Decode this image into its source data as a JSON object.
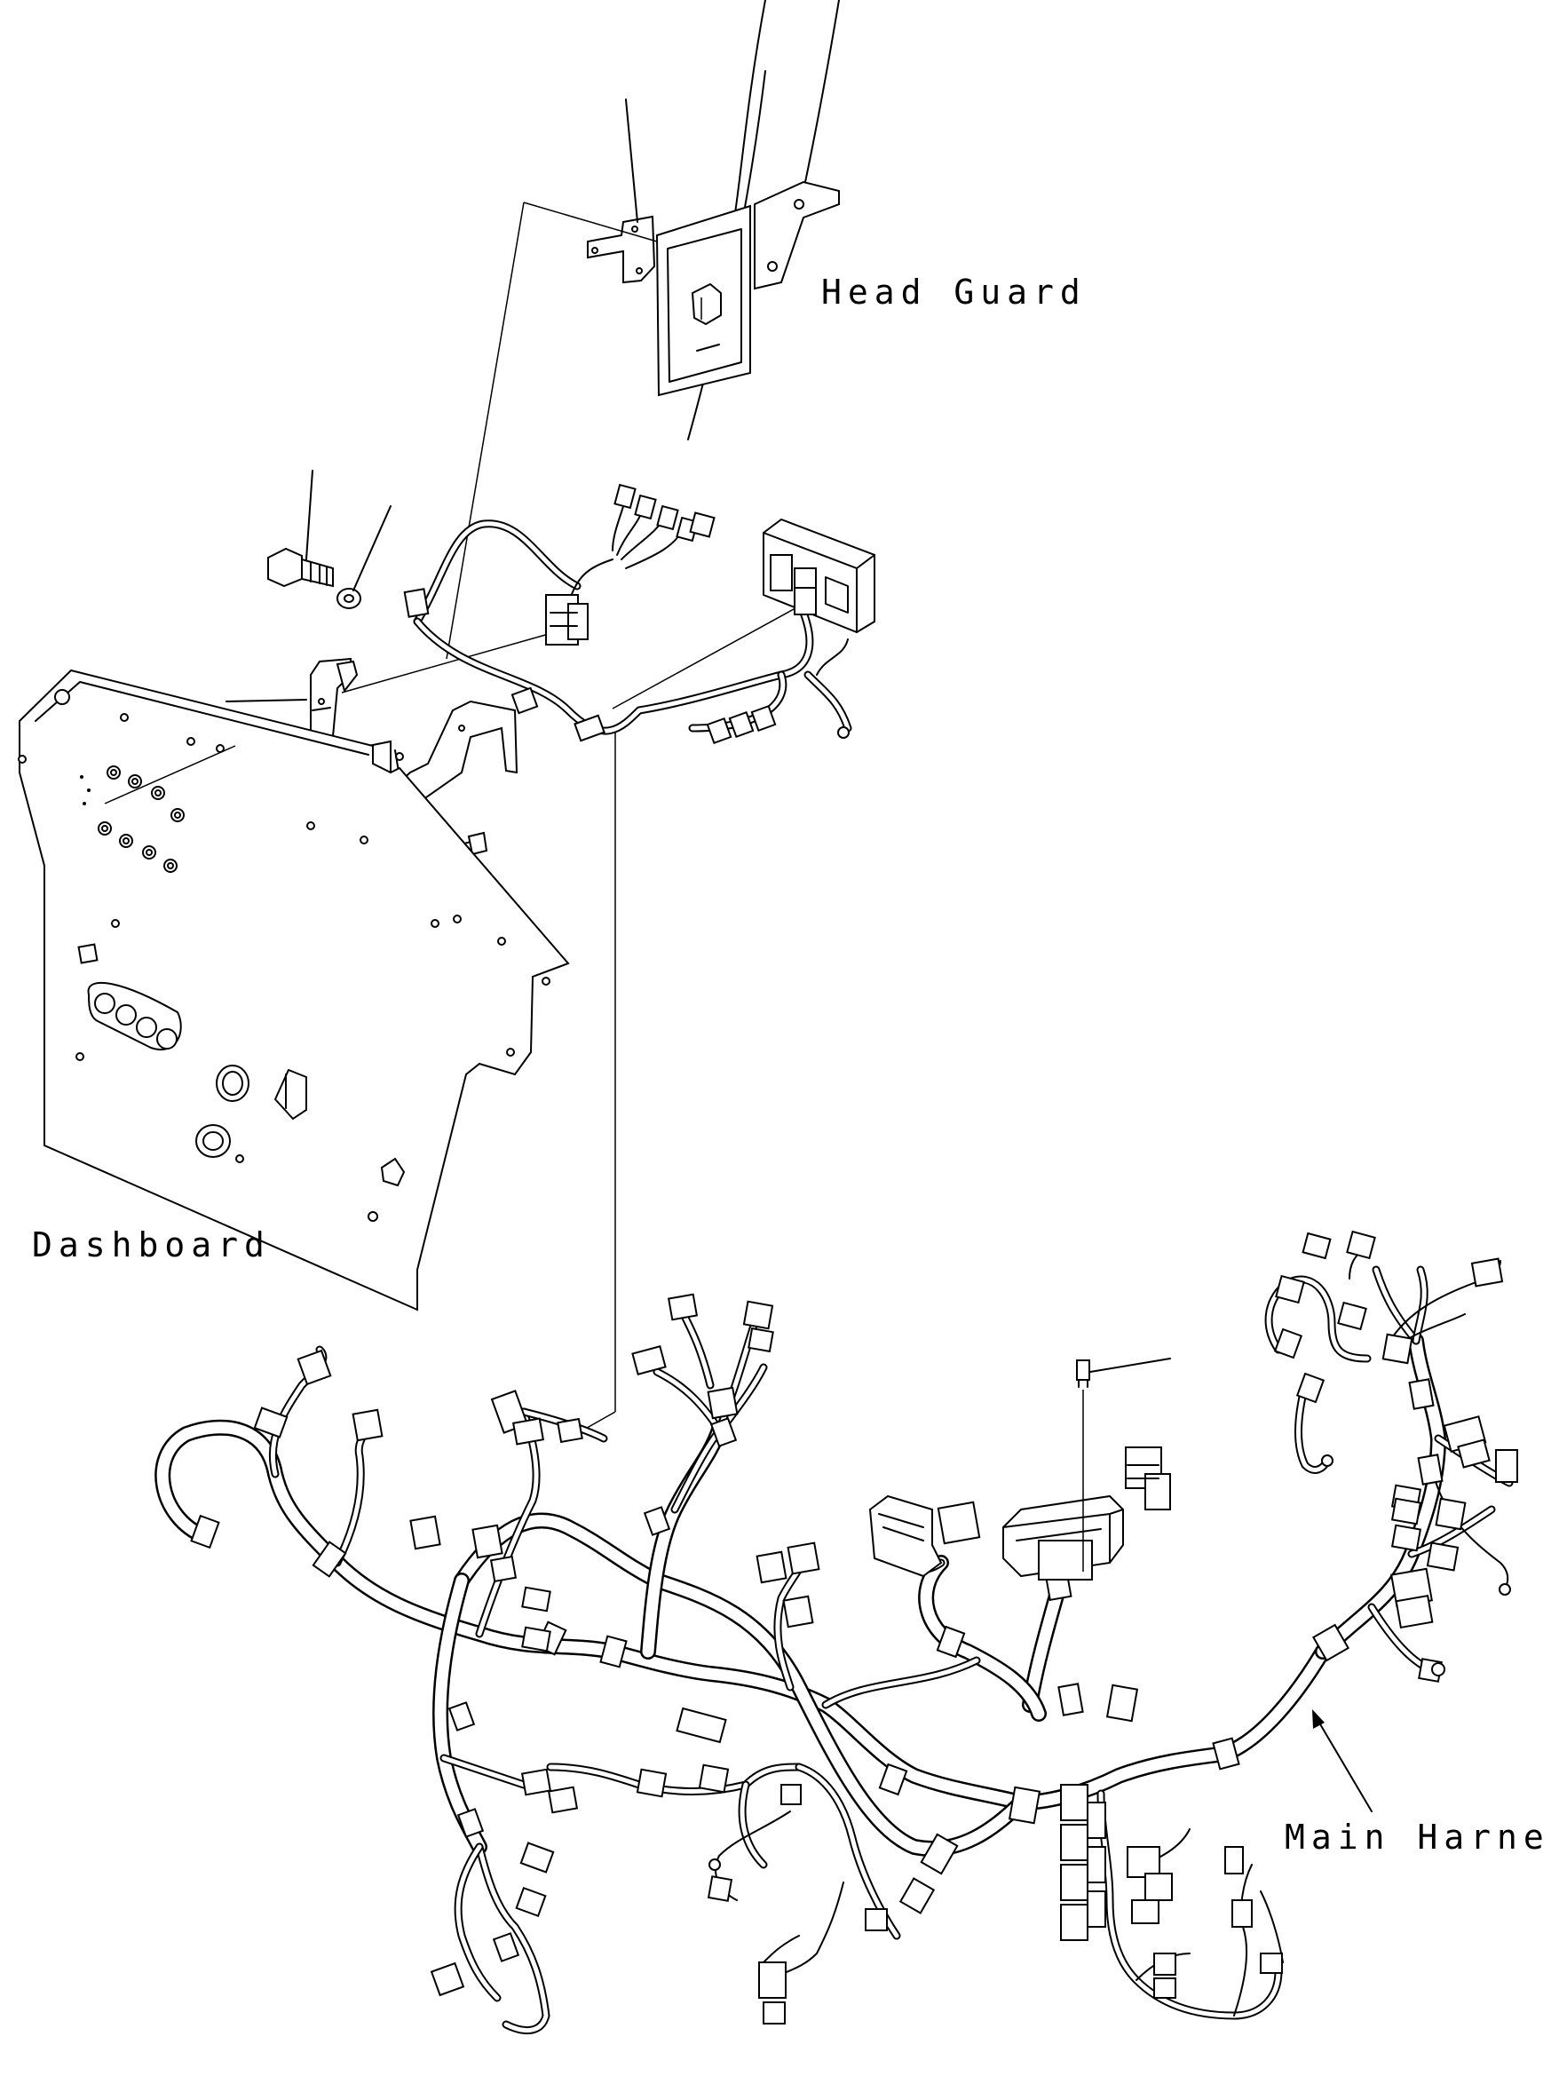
{
  "labels": {
    "head_guard": "Head Guard",
    "dashboard": "Dashboard",
    "main_harness": "Main Harness"
  },
  "colors": {
    "line": "#000000",
    "background": "#ffffff"
  }
}
